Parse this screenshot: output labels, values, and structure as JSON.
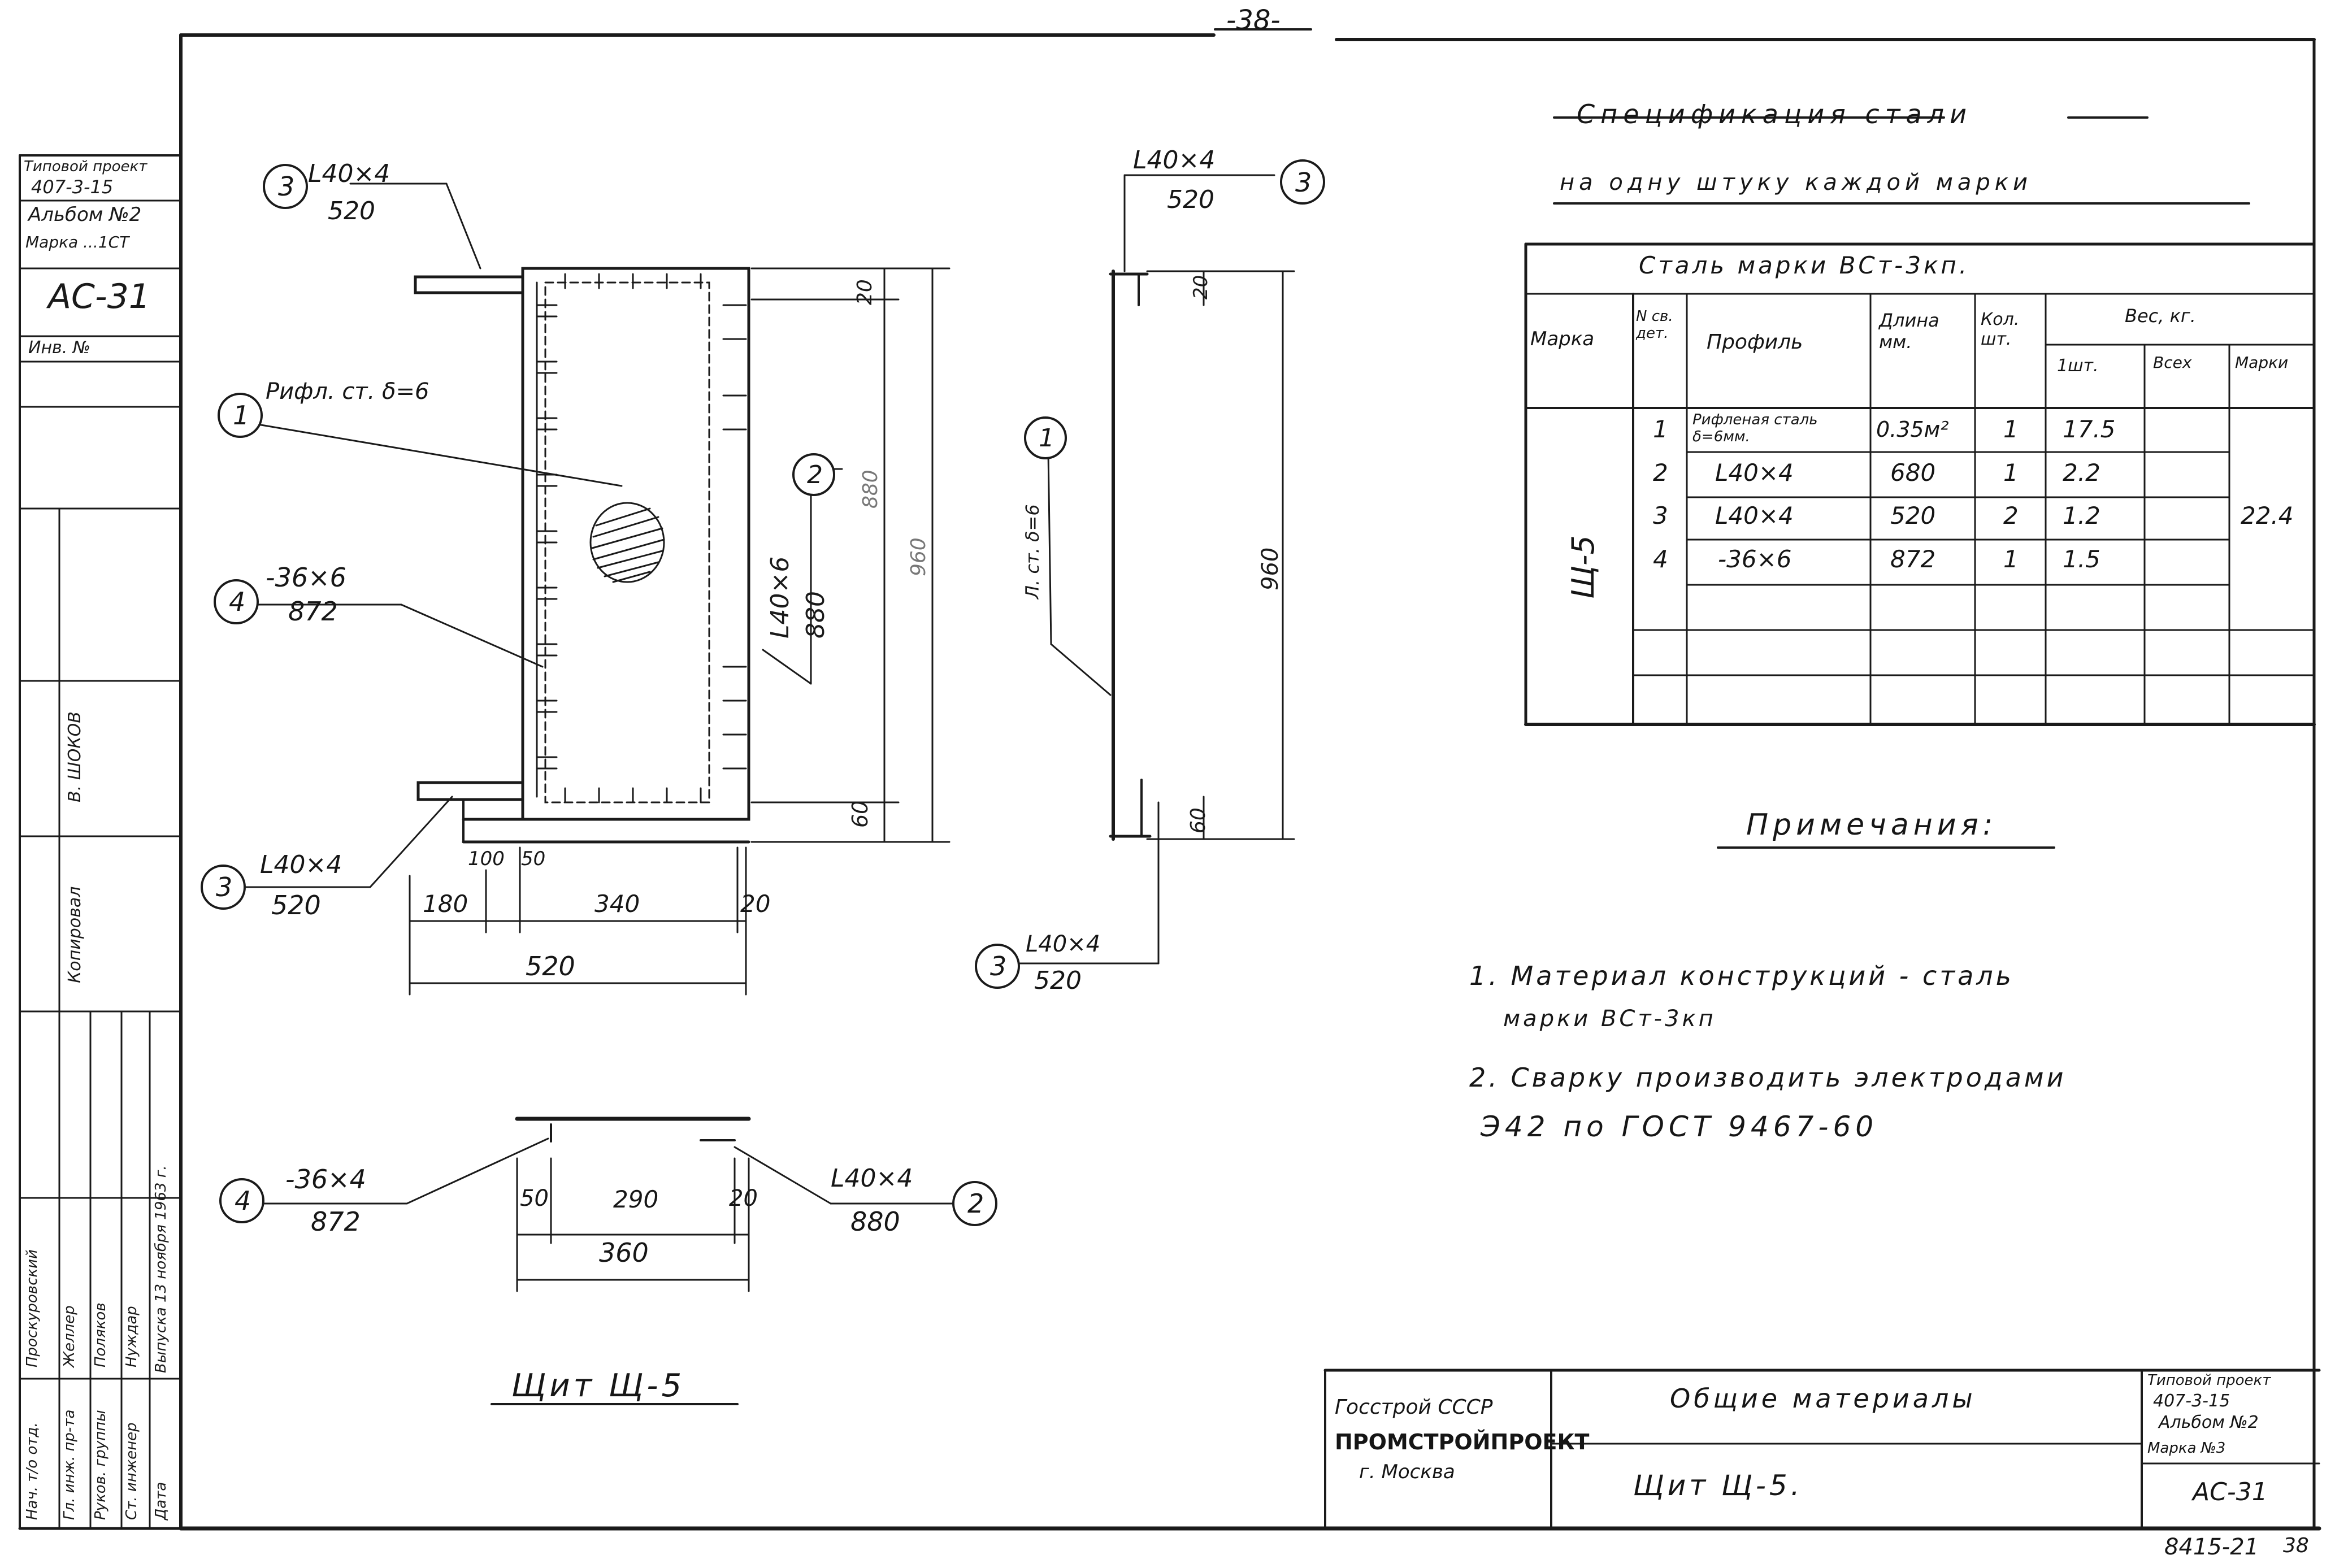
{
  "page_number": "-38-",
  "left_strip": {
    "typical_project_label": "Типовой проект",
    "typical_project_number": "407-3-15",
    "album": "Альбом №2",
    "mark_label": "Марка ...1СТ",
    "mark_code": "АС-31",
    "inventory_label": "Инв. №",
    "signatures": [
      {
        "role": "Нач. т/о отд.",
        "name": "Проскуровский"
      },
      {
        "role": "Гл. инж. пр-та",
        "name": "Желлер"
      },
      {
        "role": "Руков. группы",
        "name": "Поляков"
      },
      {
        "role": "Ст. инженер",
        "name": "Нуждар"
      },
      {
        "role": "Дата",
        "name": "Выпуска 13 ноября 1963 г."
      }
    ],
    "checked_label": "Копировал",
    "issued_label": "В. ШОКОВ"
  },
  "drawing": {
    "labels": {
      "p3_top": "L40×4",
      "p3_top_len": "520",
      "p3_top_num": "3",
      "p1_num": "1",
      "p1_text": "Рифл. ст. δ=6",
      "p4_num": "4",
      "p4_text": "-36×6",
      "p4_len": "872",
      "p2_num": "2",
      "p2_text": "L40×6",
      "p2_len": "880",
      "p3_bot_num": "3",
      "p3_bot": "L40×4",
      "p3_bot_len": "520",
      "dim_20_top": "20",
      "dim_880": "880",
      "dim_960_main": "960",
      "dim_60": "60",
      "dim_100": "100",
      "dim_50": "50",
      "dim_180": "180",
      "dim_340": "340",
      "dim_20": "20",
      "dim_520": "520",
      "side_p3_top": "L40×4",
      "side_p3_top_len": "520",
      "side_p3_top_num": "3",
      "side_p1_num": "1",
      "side_p1_text": "Л. ст. δ=6",
      "side_20": "20",
      "side_960": "960",
      "side_60": "60",
      "side_p3_bot_num": "3",
      "side_p3_bot": "L40×4",
      "side_p3_bot_len": "520",
      "plan_p4_num": "4",
      "plan_p4": "-36×4",
      "plan_p4_len": "872",
      "plan_p2_num": "2",
      "plan_p2": "L40×4",
      "plan_p2_len": "880",
      "plan_50": "50",
      "plan_290": "290",
      "plan_20": "20",
      "plan_360": "360"
    },
    "caption": "Щит Щ-5"
  },
  "spec": {
    "title": "Спецификация стали",
    "subtitle": "на одну штуку каждой марки",
    "steel_grade": "Сталь марки ВСт-3кп.",
    "headers": {
      "mark": "Марка",
      "detail_no": "N св. дет.",
      "profile": "Профиль",
      "length": "Длина мм.",
      "qty": "Кол. шт.",
      "weight": "Вес, кг.",
      "w_one": "1шт.",
      "w_all": "Всех",
      "w_mark": "Марки"
    },
    "mark_value": "Щ-5",
    "total_weight": "22.4",
    "rows": [
      {
        "n": "1",
        "profile": "Рифленая сталь δ=6мм.",
        "length": "0.35м²",
        "qty": "1",
        "w1": "17.5"
      },
      {
        "n": "2",
        "profile": "L40×4",
        "length": "680",
        "qty": "1",
        "w1": "2.2"
      },
      {
        "n": "3",
        "profile": "L40×4",
        "length": "520",
        "qty": "2",
        "w1": "1.2"
      },
      {
        "n": "4",
        "profile": "-36×6",
        "length": "872",
        "qty": "1",
        "w1": "1.5"
      }
    ]
  },
  "notes": {
    "title": "Примечания:",
    "items": [
      "1. Материал конструкций - сталь",
      "марки ВСт-3кп",
      "2. Сварку производить электродами",
      "Э42 по ГОСТ 9467-60"
    ]
  },
  "title_block": {
    "org1": "Госстрой СССР",
    "org2": "ПРОМСТРОЙПРОЕКТ",
    "city": "г. Москва",
    "section": "Общие материалы",
    "sheet_name": "Щит Щ-5.",
    "right_project_label": "Типовой проект",
    "right_project_number": "407-3-15",
    "right_album": "Альбом №2",
    "right_mark_label": "Марка №3",
    "right_mark": "АС-31"
  },
  "footer": {
    "archive_no": "8415-21",
    "sheet_no": "38"
  }
}
